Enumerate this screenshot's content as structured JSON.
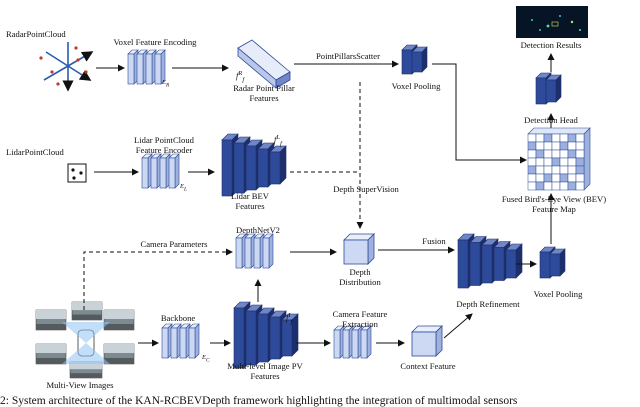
{
  "labels": {
    "radar_point_cloud": "RadarPointCloud",
    "voxel_feature_encoding": "Voxel Feature Encoding",
    "radar_pillar_features": [
      "Radar Point Pillar",
      "Features"
    ],
    "pointpillars_scatter": "PointPillarsScatter",
    "voxel_pooling_top": "Voxel Pooling",
    "detection_results": "Detection Results",
    "detection_head": "Detection Head",
    "lidar_point_cloud": "LidarPointCloud",
    "lidar_encoder": [
      "Lidar PointCloud",
      "Feature Encoder"
    ],
    "lidar_bev": [
      "Lidar BEV",
      "Features"
    ],
    "depth_supervision": "Depth SuperVision",
    "fused_bev": [
      "Fused Bird's-Eye View (BEV)",
      "Feature Map"
    ],
    "camera_parameters": "Camera Parameters",
    "depthnet": "DepthNetV2",
    "depth_distribution": [
      "Depth",
      "Distribution"
    ],
    "fusion": "Fusion",
    "backbone": "Backbone",
    "camera_feature_extraction": [
      "Camera Feature",
      "Extraction"
    ],
    "multilevel_pv": [
      "Multi-level Image PV",
      "Features"
    ],
    "context_feature": "Context Feature",
    "depth_refinement": "Depth Refinement",
    "voxel_pooling_bottom": "Voxel Pooling",
    "multi_view_images": "Multi-View Images"
  },
  "math": {
    "e_radar": "E",
    "e_radar_sub": "R",
    "f_radar": "f",
    "f_radar_sup": "R",
    "f_radar_sub": "f",
    "e_lidar": "E",
    "e_lidar_sub": "L",
    "f_lidar": "f",
    "f_lidar_sup": "L",
    "f_lidar_sub": "f",
    "e_cam": "E",
    "e_cam_sub": "C",
    "f_cam": "f",
    "f_cam_sup": "I",
    "f_cam_sub": "f"
  },
  "caption": "2: System architecture of the KAN-RCBEVDepth framework highlighting the integration of multimodal sensors",
  "colors": {
    "blue_front": "#2e4a9a",
    "blue_side": "#1d2f6b",
    "blue_top": "#6f86c7",
    "light_front": "#cdd9f2",
    "light_side": "#9fb1dd",
    "light_top": "#e8eefa",
    "grid_fill": "#9bb0dc"
  }
}
